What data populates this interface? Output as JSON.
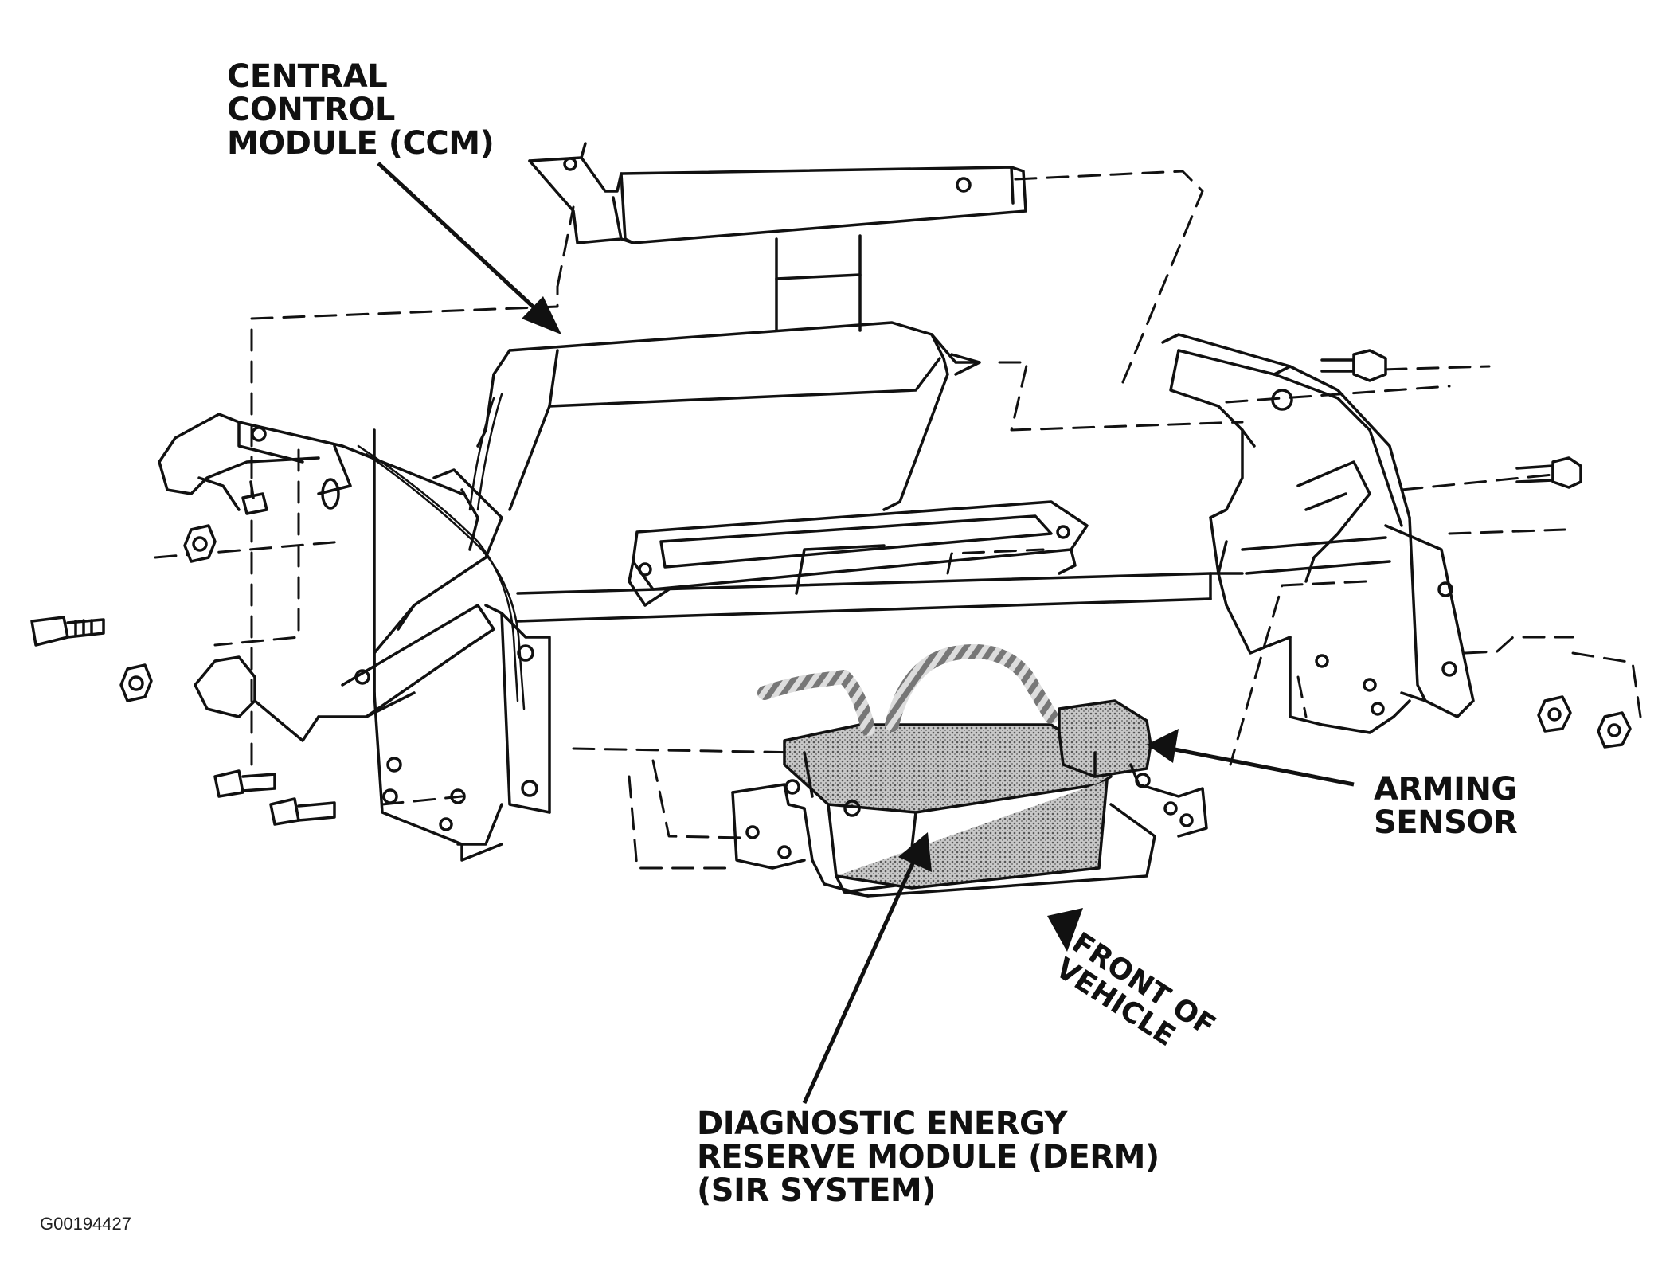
{
  "labels": {
    "ccm": [
      "CENTRAL",
      "CONTROL",
      "MODULE (CCM)"
    ],
    "arming": [
      "ARMING",
      "SENSOR"
    ],
    "derm": [
      "DIAGNOSTIC ENERGY",
      "RESERVE MODULE (DERM)",
      "(SIR SYSTEM)"
    ],
    "front": [
      "FRONT OF",
      "VEHICLE"
    ]
  },
  "figure_id": "G00194427",
  "colors": {
    "ink": "#111111",
    "module_fill": "#8c8c8c",
    "background": "#ffffff"
  }
}
